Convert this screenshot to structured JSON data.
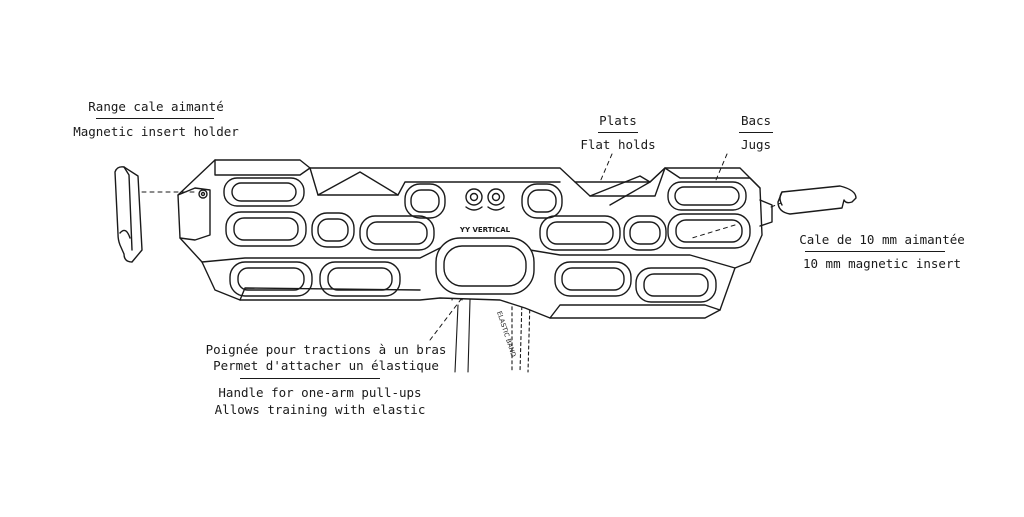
{
  "labels": {
    "insert_holder": {
      "fr": "Range cale aimanté",
      "en": "Magnetic insert holder"
    },
    "flat_holds": {
      "fr": "Plats",
      "en": "Flat holds"
    },
    "jugs": {
      "fr": "Bacs",
      "en": "Jugs"
    },
    "insert": {
      "fr": "Cale de 10 mm aimantée",
      "en": "10 mm magnetic insert"
    },
    "handle": {
      "fr_line1": "Poignée pour tractions à un bras",
      "fr_line2": "Permet d'attacher un élastique",
      "en_line1": "Handle for one-arm pull-ups",
      "en_line2": "Allows training with elastic"
    }
  },
  "product": {
    "brand": "YY VERTICAL",
    "strap_text": "ELASTIC BAND"
  },
  "colors": {
    "line": "#1a1a1a",
    "background": "#ffffff"
  }
}
